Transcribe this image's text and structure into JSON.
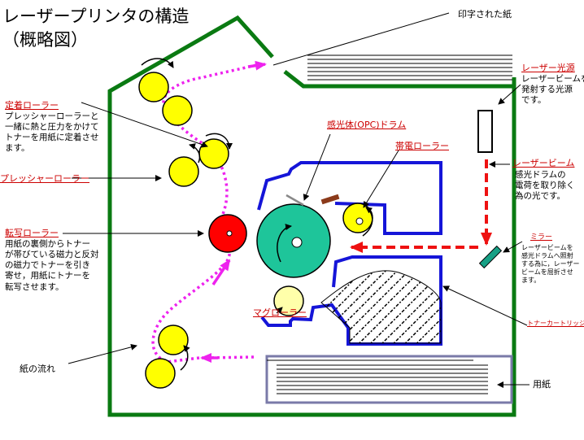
{
  "title": {
    "line1": "レーザープリンタの構造",
    "line2": "（概略図）"
  },
  "labels": {
    "printed_paper": "印字された紙",
    "laser_source_title": "レーザー光源",
    "laser_source_desc": [
      "レーザービームを",
      "発射する光源",
      "です。"
    ],
    "fixing_roller_title": "定着ローラー",
    "fixing_roller_desc": [
      "プレッシャーローラーと",
      "一緒に熱と圧力をかけて",
      "トナーを用紙に定着させ",
      "ます。"
    ],
    "pressure_roller_title": "プレッシャーローラー",
    "opc_drum_title": "感光体(OPC)ドラム",
    "charge_roller_title": "帯電ローラー",
    "laser_beam_title": "レーザービーム",
    "laser_beam_desc": [
      "感光ドラムの",
      "電荷を取り除く",
      "為の光です。"
    ],
    "transfer_roller_title": "転写ローラー",
    "transfer_roller_desc": [
      "用紙の裏側からトナー",
      "が帯びている磁力と反対",
      "の磁力でトナーを引き",
      "寄せ，用紙にトナーを",
      "転写させます。"
    ],
    "mirror_title": "ミラー",
    "mirror_desc": [
      "レーザービームを",
      "感光ドラムへ照射",
      "する為に，レーザー",
      "ビームを屈折させ",
      "ます。"
    ],
    "magnet_roller_title": "マグローラー",
    "toner_cartridge_title": "トナーカートリッジ",
    "paper_flow": "紙の流れ",
    "paper": "用紙"
  },
  "colors": {
    "frame": "#0a7a12",
    "cartridge": "#1515d8",
    "tray": "#7a7aa8",
    "paper_path": "#ee22ee",
    "laser": "#ee1111",
    "drum": "#1ec59a",
    "roller_yellow": "#ffff00",
    "transfer_roller": "#ff0000",
    "magnet_roller": "#ffffaa",
    "mirror": "#16a085",
    "charge_blade": "#8b3a1a",
    "label_red": "#cc0000"
  }
}
